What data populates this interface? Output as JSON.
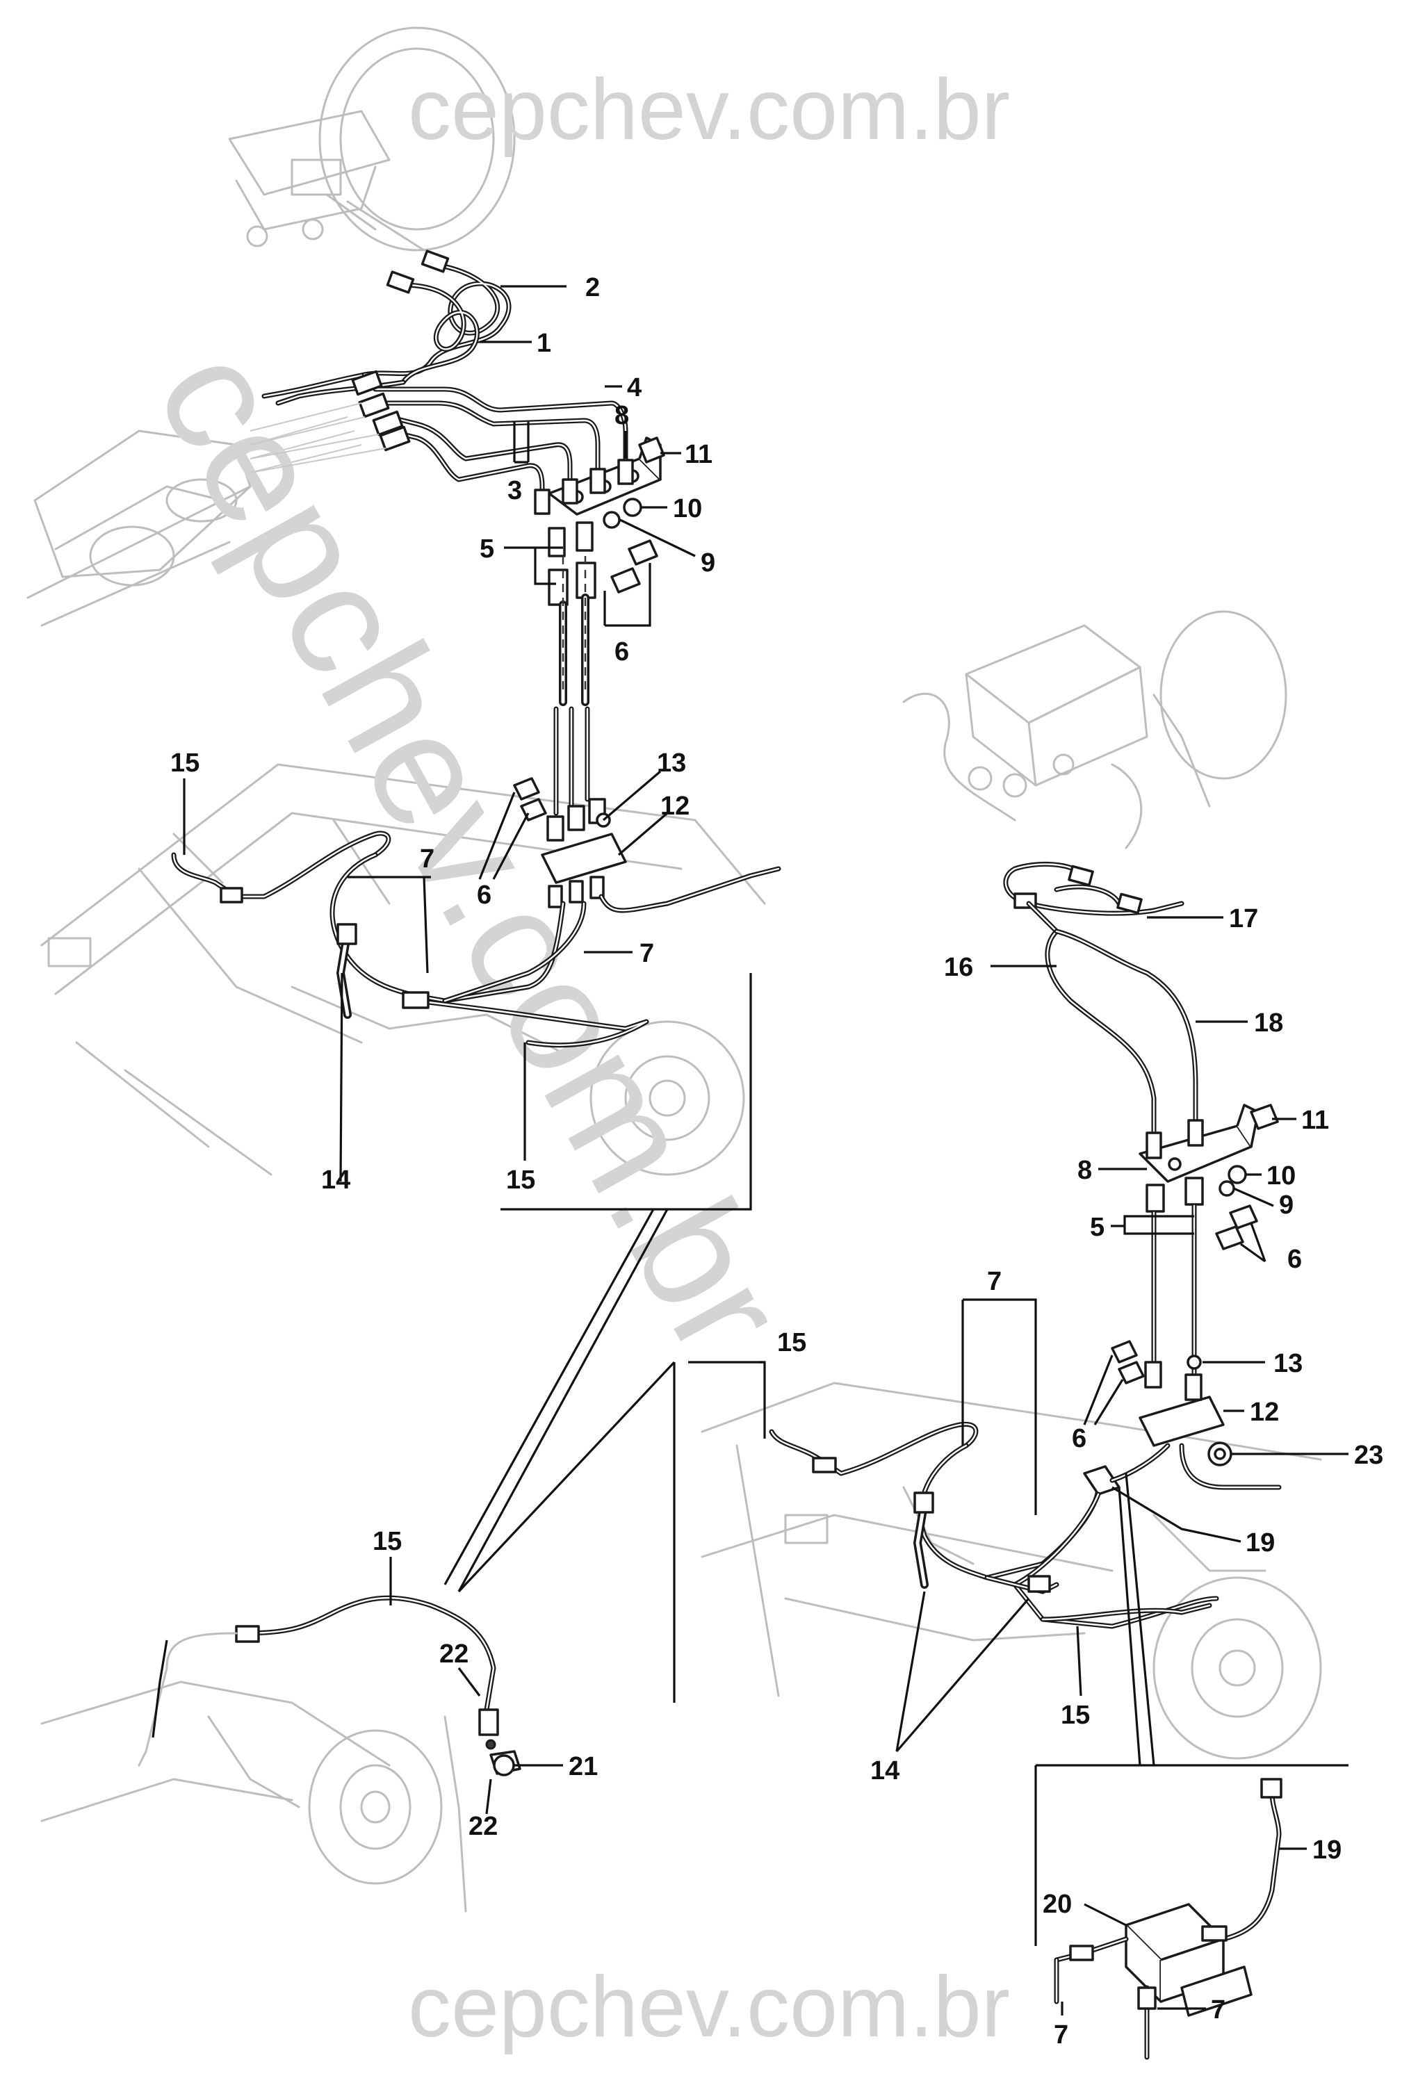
{
  "watermark": {
    "top_text": "cepchev.com.br",
    "bottom_text": "cepchev.com.br",
    "diagonal_text": "cepchev.com.br"
  },
  "callouts": [
    {
      "id": "c1",
      "label": "1"
    },
    {
      "id": "c2",
      "label": "2"
    },
    {
      "id": "c3",
      "label": "3"
    },
    {
      "id": "c4",
      "label": "4"
    },
    {
      "id": "c5",
      "label": "5"
    },
    {
      "id": "c6",
      "label": "6"
    },
    {
      "id": "c8",
      "label": "8"
    },
    {
      "id": "c9",
      "label": "9"
    },
    {
      "id": "c10",
      "label": "10"
    },
    {
      "id": "c11",
      "label": "11"
    },
    {
      "id": "c13",
      "label": "13"
    },
    {
      "id": "c12",
      "label": "12"
    },
    {
      "id": "c6b",
      "label": "6"
    },
    {
      "id": "c7",
      "label": "7"
    },
    {
      "id": "c7b",
      "label": "7"
    },
    {
      "id": "c15",
      "label": "15"
    },
    {
      "id": "c14",
      "label": "14"
    },
    {
      "id": "c15b",
      "label": "15"
    },
    {
      "id": "c17",
      "label": "17"
    },
    {
      "id": "c16",
      "label": "16"
    },
    {
      "id": "c18",
      "label": "18"
    },
    {
      "id": "c11b",
      "label": "11"
    },
    {
      "id": "c8b",
      "label": "8"
    },
    {
      "id": "c10b",
      "label": "10"
    },
    {
      "id": "c9b",
      "label": "9"
    },
    {
      "id": "c5b",
      "label": "5"
    },
    {
      "id": "c6c",
      "label": "6"
    },
    {
      "id": "c7c",
      "label": "7"
    },
    {
      "id": "c15c",
      "label": "15"
    },
    {
      "id": "c13b",
      "label": "13"
    },
    {
      "id": "c12b",
      "label": "12"
    },
    {
      "id": "c6d",
      "label": "6"
    },
    {
      "id": "c23",
      "label": "23"
    },
    {
      "id": "c19",
      "label": "19"
    },
    {
      "id": "c15d",
      "label": "15"
    },
    {
      "id": "c14b",
      "label": "14"
    },
    {
      "id": "c15e",
      "label": "15"
    },
    {
      "id": "c22",
      "label": "22"
    },
    {
      "id": "c21",
      "label": "21"
    },
    {
      "id": "c22b",
      "label": "22"
    },
    {
      "id": "c19b",
      "label": "19"
    },
    {
      "id": "c20",
      "label": "20"
    },
    {
      "id": "c7d",
      "label": "7"
    },
    {
      "id": "c7e",
      "label": "7"
    }
  ]
}
